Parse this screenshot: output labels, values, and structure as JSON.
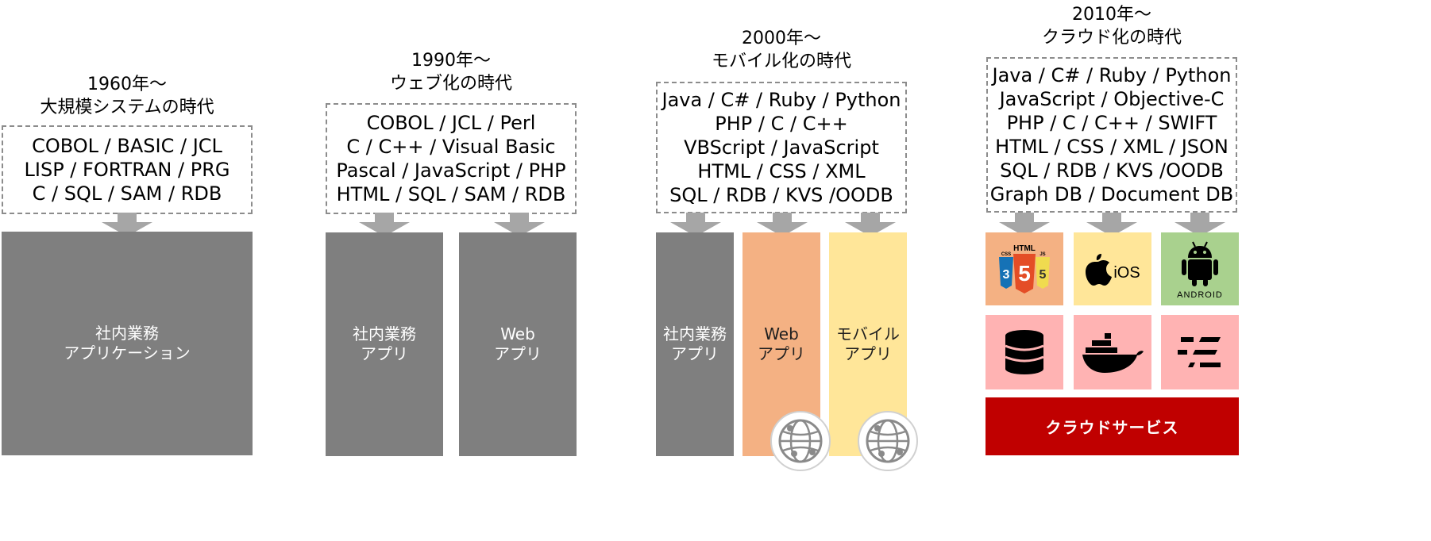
{
  "eras": [
    {
      "title_year": "1960年～",
      "title_name": "大規模システムの時代",
      "languages": [
        "COBOL / BASIC / JCL",
        "LISP / FORTRAN / PRG",
        "C / SQL / SAM / RDB"
      ],
      "blocks": [
        {
          "line1": "社内業務",
          "line2": "アプリケーション"
        }
      ]
    },
    {
      "title_year": "1990年～",
      "title_name": "ウェブ化の時代",
      "languages": [
        "COBOL / JCL / Perl",
        "C / C++ / Visual Basic",
        "Pascal / JavaScript / PHP",
        "HTML / SQL / SAM / RDB"
      ],
      "blocks": [
        {
          "line1": "社内業務",
          "line2": "アプリ"
        },
        {
          "line1": "Web",
          "line2": "アプリ"
        }
      ]
    },
    {
      "title_year": "2000年～",
      "title_name": "モバイル化の時代",
      "languages": [
        "Java / C# / Ruby / Python",
        "PHP / C / C++",
        "VBScript / JavaScript",
        "HTML / CSS / XML",
        "SQL / RDB / KVS /OODB"
      ],
      "blocks": [
        {
          "line1": "社内業務",
          "line2": "アプリ"
        },
        {
          "line1": "Web",
          "line2": "アプリ"
        },
        {
          "line1": "モバイル",
          "line2": "アプリ"
        }
      ]
    },
    {
      "title_year": "2010年～",
      "title_name": "クラウド化の時代",
      "languages": [
        "Java / C# / Ruby / Python",
        "JavaScript / Objective-C",
        "PHP / C / C++ / SWIFT",
        "HTML / CSS / XML / JSON",
        "SQL / RDB / KVS /OODB",
        "Graph DB / Document DB"
      ],
      "tiles": {
        "html5": {
          "html_label": "HTML",
          "css_label": "CSS",
          "js_label": "JS",
          "number": "5"
        },
        "ios": {
          "label": "iOS"
        },
        "android": {
          "label": "ANDROID"
        }
      },
      "cloud_label": "クラウドサービス"
    }
  ],
  "colors": {
    "gray_block": "#7f7f7f",
    "web_block": "#f4b183",
    "mobile_block": "#ffe699",
    "android_tile": "#a9d18e",
    "service_tile": "#ffb3b3",
    "cloud_bar": "#c00000",
    "arrow": "#a6a6a6"
  },
  "icons": [
    "html5-icon",
    "apple-ios-icon",
    "android-icon",
    "database-icon",
    "docker-icon",
    "service-logo-icon",
    "globe-network-icon"
  ]
}
